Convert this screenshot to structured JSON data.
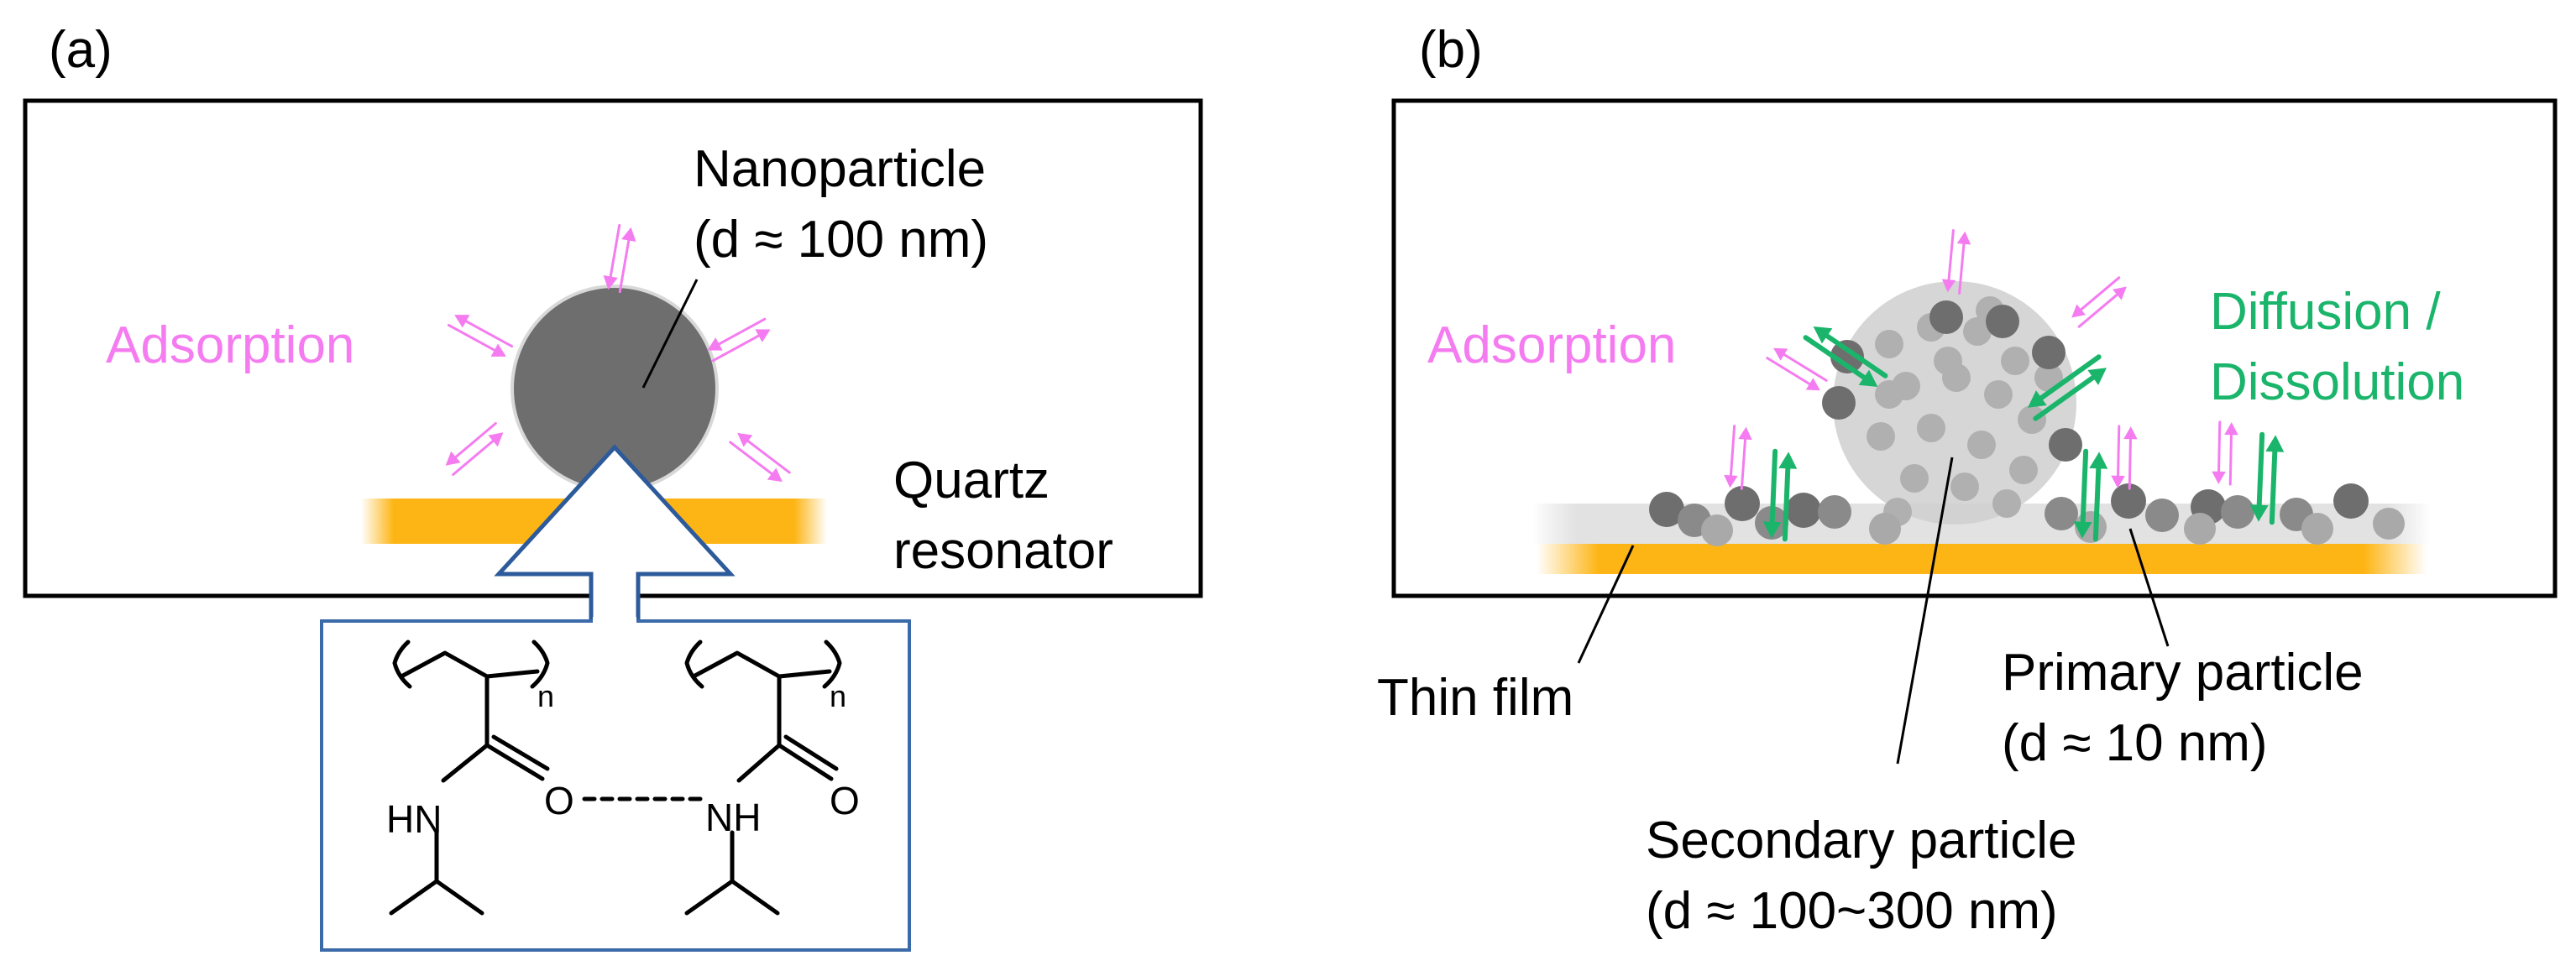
{
  "panel_a": {
    "letter": "(a)",
    "nanoparticle_title": "Nanoparticle",
    "nanoparticle_size": "(d ≈ 100 nm)",
    "adsorption": "Adsorption",
    "quartz_line1": "Quartz",
    "quartz_line2": "resonator",
    "chem": {
      "nh_left": "HN",
      "o_left": "O",
      "nh_right": "NH",
      "o_right": "O",
      "n_left": "n",
      "n_right": "n"
    }
  },
  "panel_b": {
    "letter": "(b)",
    "adsorption": "Adsorption",
    "diffusion_line1": "Diffusion /",
    "diffusion_line2": "Dissolution",
    "thin_film": "Thin film",
    "primary_title": "Primary particle",
    "primary_size": "(d ≈ 10 nm)",
    "secondary_title": "Secondary particle",
    "secondary_size": "(d ≈ 100~300 nm)"
  },
  "colors": {
    "adsorption": "#f47cf0",
    "diffusion": "#1ab56b",
    "gold": "#fdb515",
    "nanoparticle": "#6e6e6e",
    "secondary": "#cfcfcf",
    "arrow_outline": "#2d5a9a",
    "box_outline": "#3a6aa8"
  }
}
